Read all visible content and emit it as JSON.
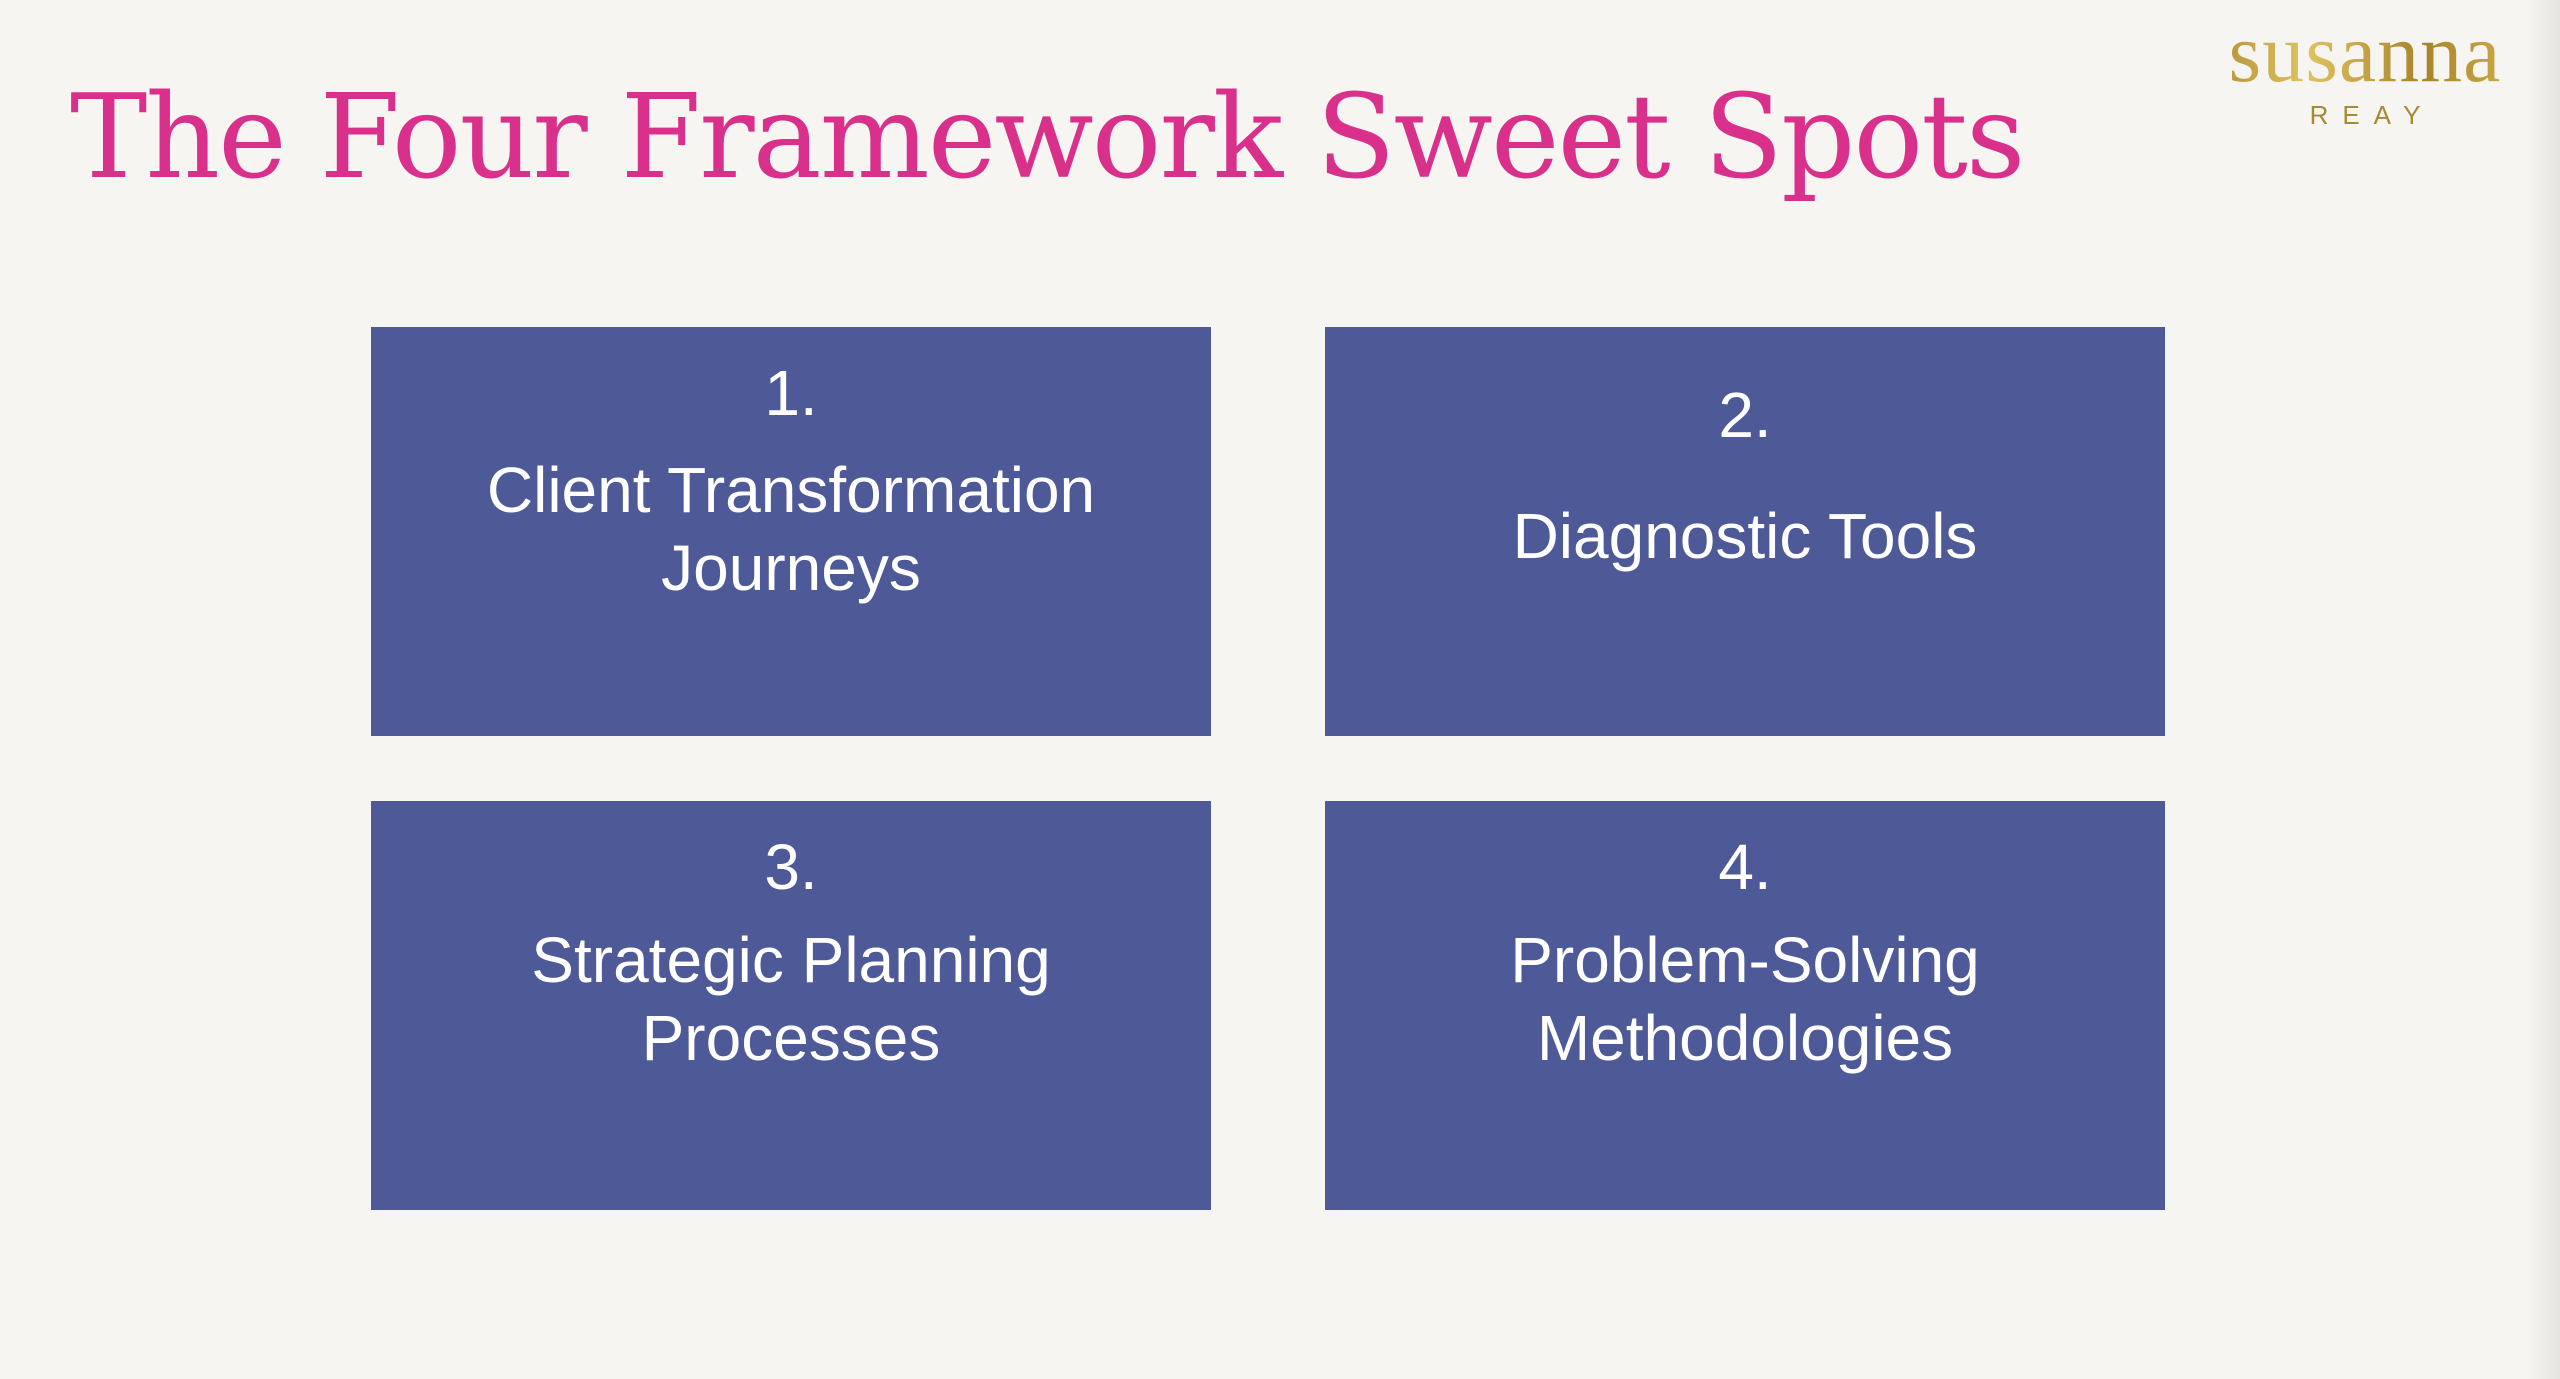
{
  "slide": {
    "title": "The Four Framework Sweet Spots",
    "logo": {
      "name": "susanna",
      "sub": "REAY"
    },
    "cards": [
      {
        "number": "1.",
        "line1": "Client Transformation",
        "line2": "Journeys"
      },
      {
        "number": "2.",
        "line1": "Diagnostic Tools",
        "line2": ""
      },
      {
        "number": "3.",
        "line1": "Strategic Planning",
        "line2": "Processes"
      },
      {
        "number": "4.",
        "line1": "Problem-Solving",
        "line2": "Methodologies"
      }
    ]
  },
  "colors": {
    "title": "#d9318b",
    "card": "#4e5a97",
    "background": "#f6f5f2",
    "logo": "#b9952f"
  }
}
